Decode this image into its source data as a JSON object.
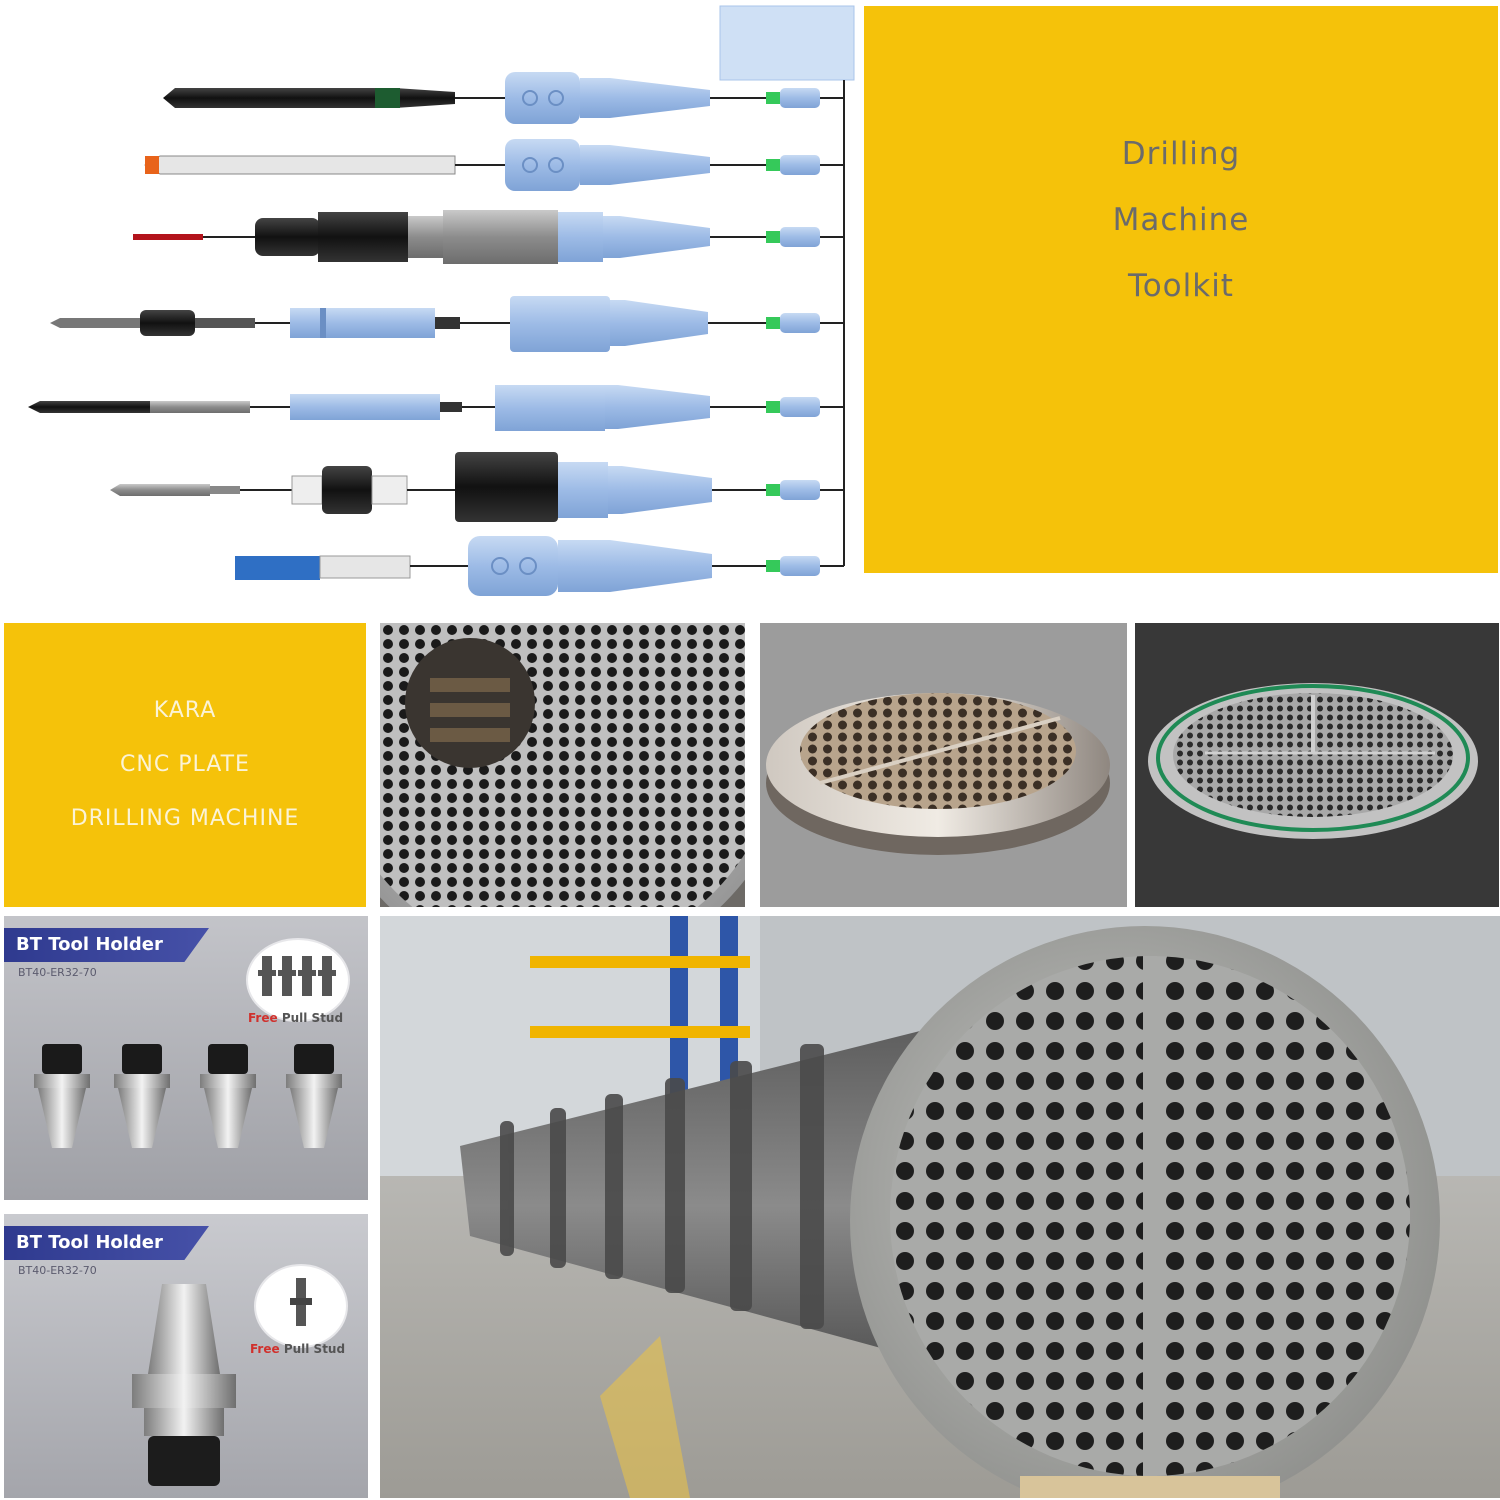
{
  "toolkit": {
    "line1": "Drilling",
    "line2": "Machine",
    "line3": "Toolkit"
  },
  "kara": {
    "line1": "KARA",
    "line2": "CNC PLATE",
    "line3": "DRILLING MACHINE"
  },
  "bt_panel_1": {
    "title": "BT Tool Holder",
    "model": "BT40-ER32-70",
    "free_word": "Free",
    "pull_stud": "Pull Stud"
  },
  "bt_panel_2": {
    "title": "BT Tool Holder",
    "model": "BT40-ER32-70",
    "free_word": "Free",
    "pull_stud": "Pull Stud"
  },
  "colors": {
    "accent_yellow": "#f5c20a",
    "holder_blue": "#a9c4ea",
    "stud_green": "#35c95a",
    "bt_banner": "#2f3a8f",
    "free_red": "#d0312d"
  }
}
